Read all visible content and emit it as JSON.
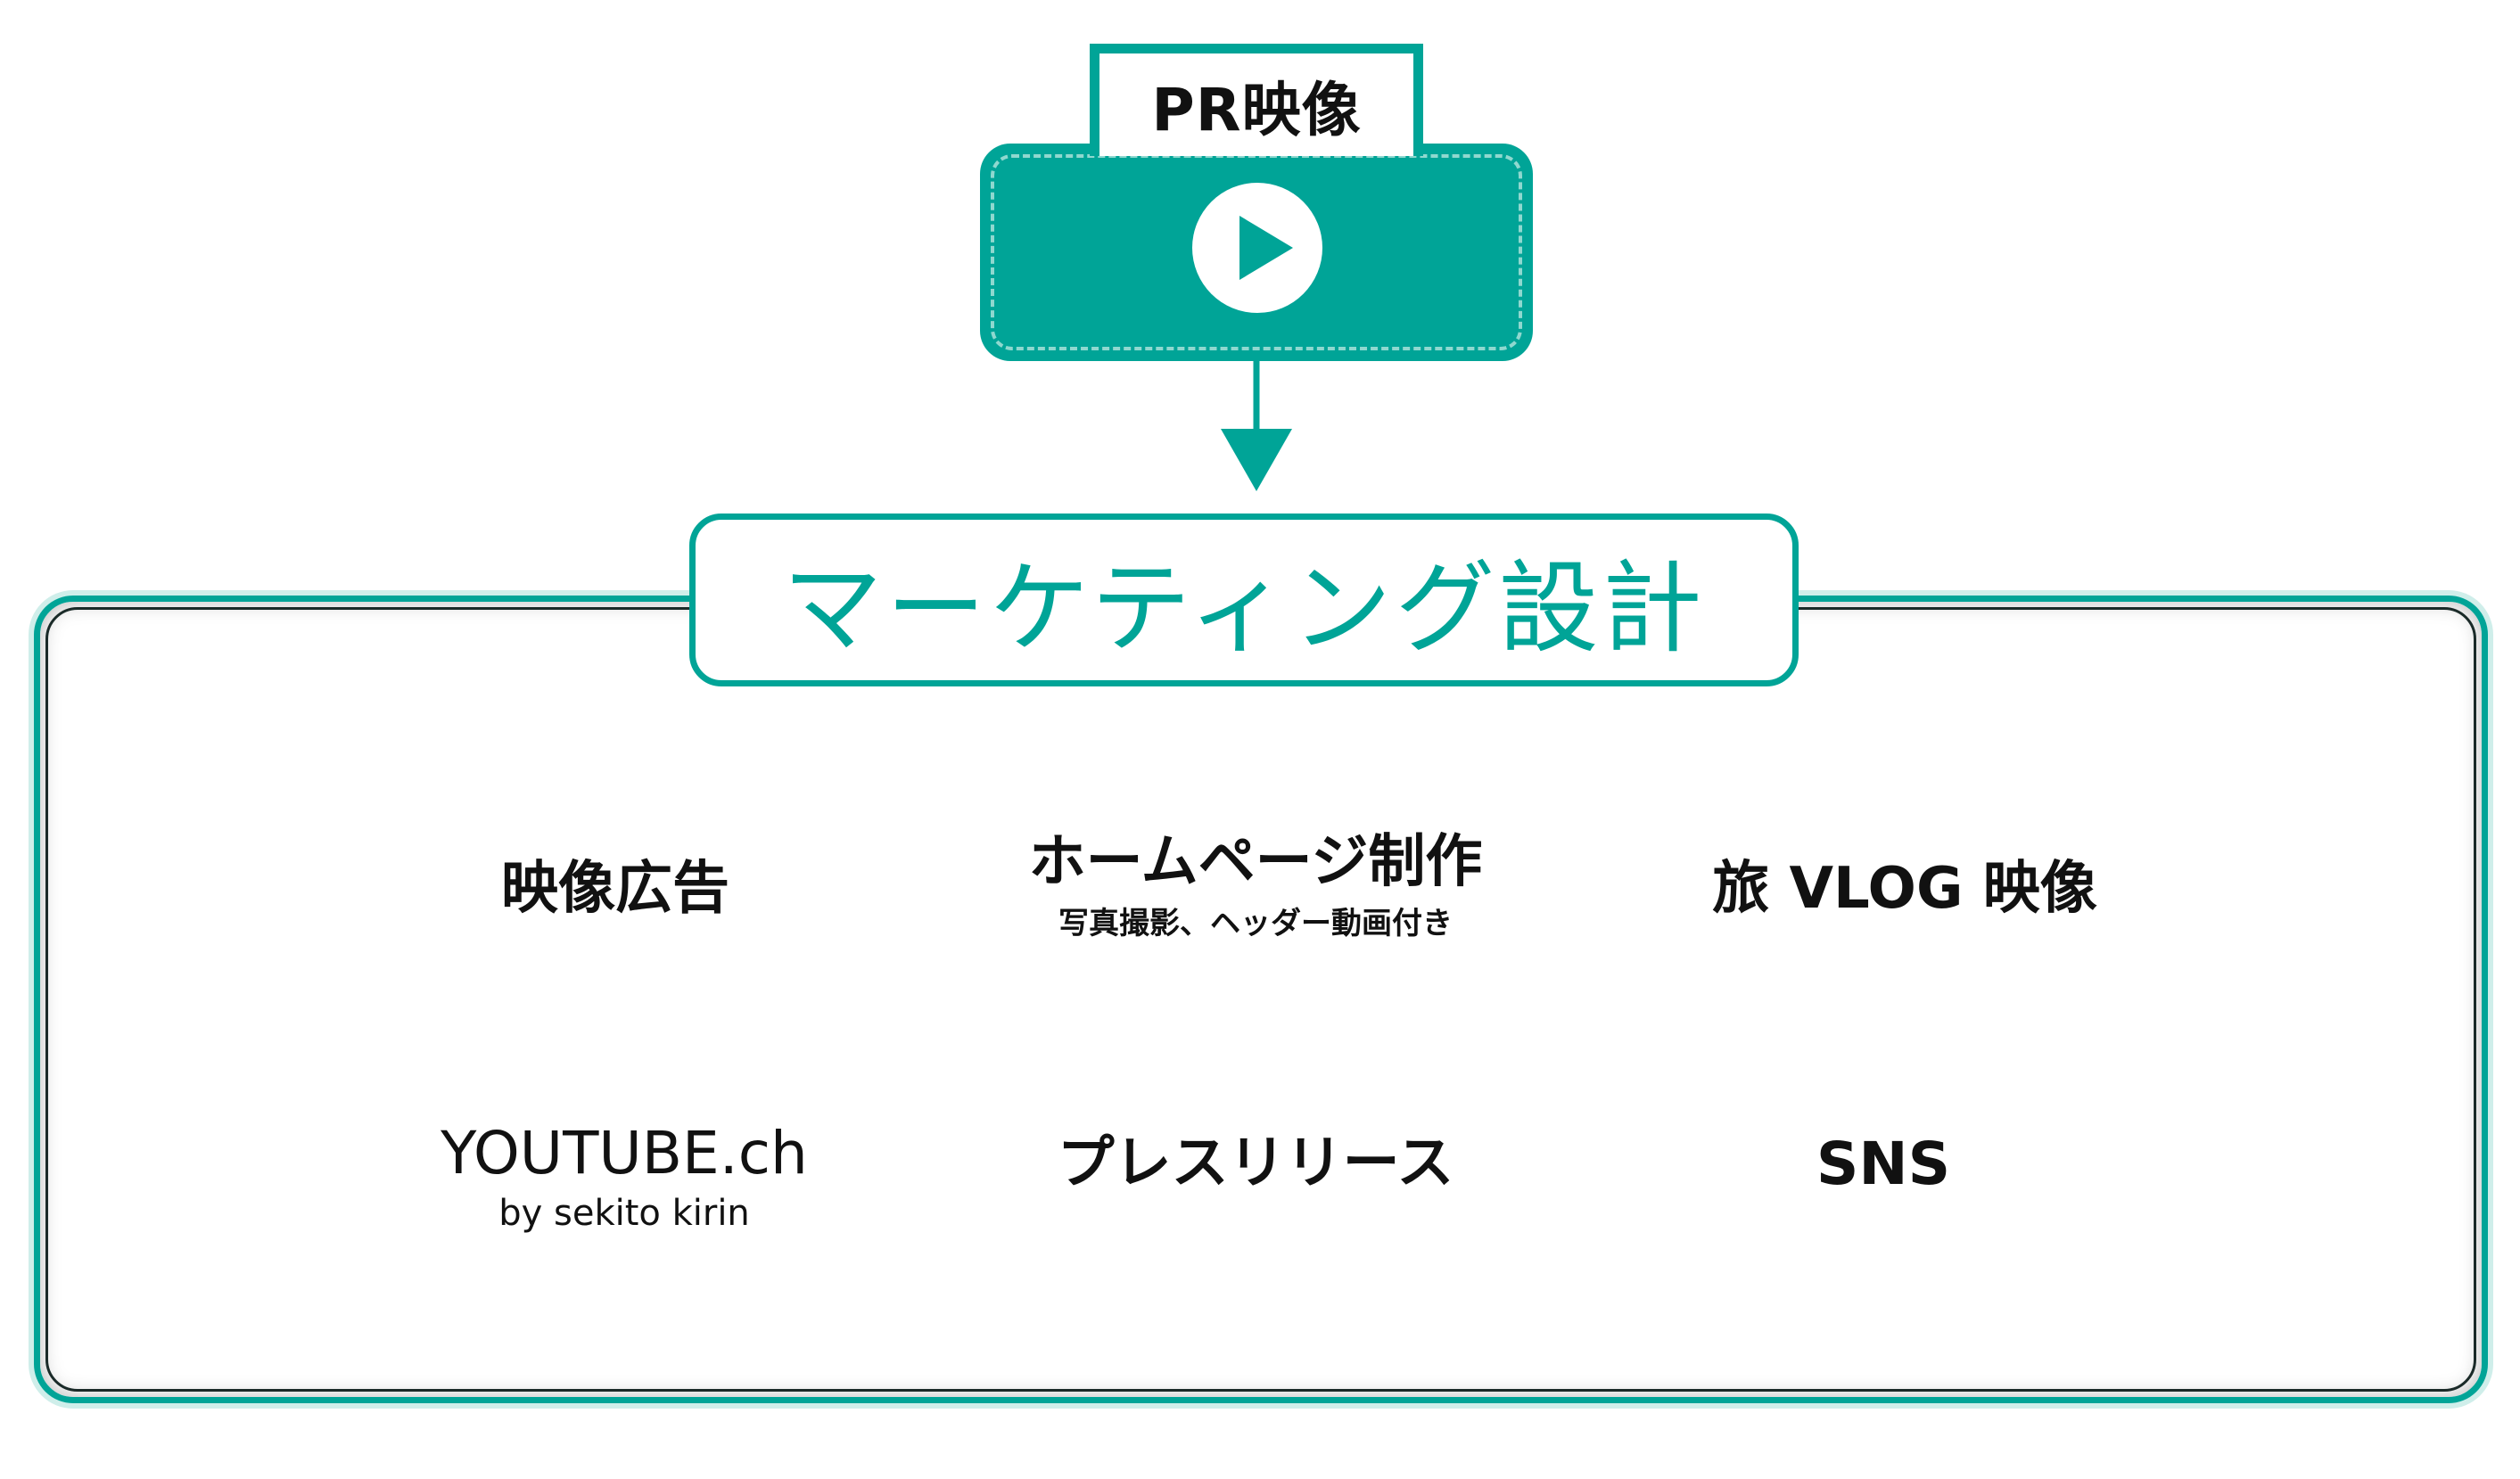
{
  "colors": {
    "accent": "#00a497",
    "accent_light": "#8fd8cf",
    "text": "#111111",
    "background": "#ffffff"
  },
  "pr_video": {
    "label": "PR映像",
    "icon": "play-icon"
  },
  "arrow": {
    "icon": "arrow-down-icon"
  },
  "heading": {
    "text": "マーケティング設計"
  },
  "items": {
    "video_ads": {
      "title": "映像広告"
    },
    "homepage": {
      "title": "ホームページ制作",
      "subtitle": "写真撮影、ヘッダー動画付き"
    },
    "travel_vlog": {
      "title": "旅 VLOG 映像"
    },
    "youtube": {
      "title": "YOUTUBE.ch",
      "subtitle": "by sekito kirin"
    },
    "press_release": {
      "title": "プレスリリース"
    },
    "sns": {
      "title": "SNS"
    }
  }
}
